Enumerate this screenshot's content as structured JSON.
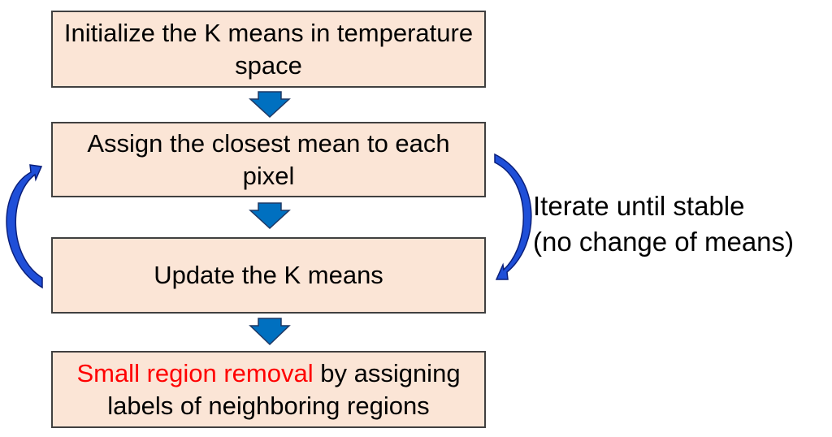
{
  "steps": [
    {
      "text": "Initialize the K means in temperature space"
    },
    {
      "text": "Assign the closest mean to each pixel"
    },
    {
      "text": "Update the K means"
    },
    {
      "highlight": "Small region removal",
      "rest": " by assigning labels of neighboring regions"
    }
  ],
  "loop": {
    "line1": "Iterate until stable",
    "line2": "(no change of means)"
  },
  "colors": {
    "box_fill": "#fbe5d6",
    "box_border": "#404040",
    "arrow_fill": "#0070c0",
    "arrow_stroke": "#1f3864",
    "curve_fill": "#1f4fd8",
    "curve_stroke": "#0a1f7a",
    "highlight": "#ff0000"
  },
  "icons": [
    "down-arrow-icon",
    "curved-arrow-icon"
  ]
}
